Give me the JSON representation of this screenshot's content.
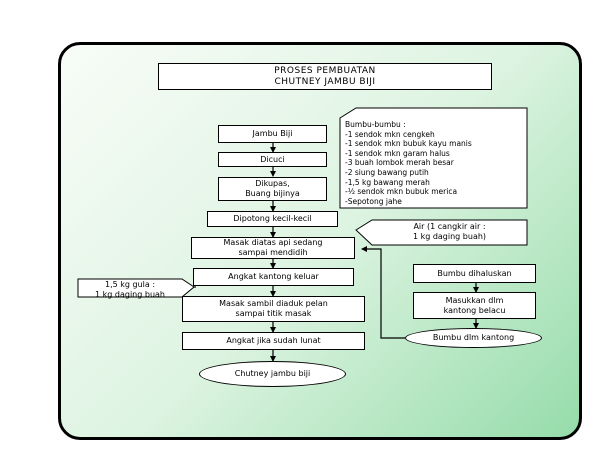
{
  "title": {
    "line1": "PROSES PEMBUATAN",
    "line2": "CHUTNEY JAMBU BIJI"
  },
  "steps": {
    "jambu_biji": "Jambu Biji",
    "dicuci": "Dicuci",
    "dikupas": "Dikupas,\nBuang bijinya",
    "dipotong": "Dipotong kecil-kecil",
    "masak_api": "Masak diatas api sedang\nsampai mendidih",
    "angkat_kantong": "Angkat kantong keluar",
    "masak_aduk": "Masak sambil diaduk pelan\nsampai titik masak",
    "angkat_lunat": "Angkat jika sudah lunat",
    "result": "Chutney jambu biji"
  },
  "inputs": {
    "gula": "1,5 kg gula :\n1 kg daging buah",
    "air": "Air (1 cangkir air :\n1 kg daging buah)"
  },
  "bumbu": {
    "heading": "Bumbu-bumbu :",
    "items": [
      "-1 sendok mkn cengkeh",
      "-1 sendok mkn bubuk kayu manis",
      "-1 sendok mkn garam halus",
      "-3 buah lombok merah besar",
      "-2 siung bawang putih",
      "-1,5 kg bawang merah",
      "-½ sendok mkn bubuk merica",
      "-Sepotong jahe"
    ],
    "dihaluskan": "Bumbu dihaluskan",
    "masukkan": "Masukkan dlm\nkantong belacu",
    "dalam_kantong": "Bumbu dlm kantong"
  }
}
